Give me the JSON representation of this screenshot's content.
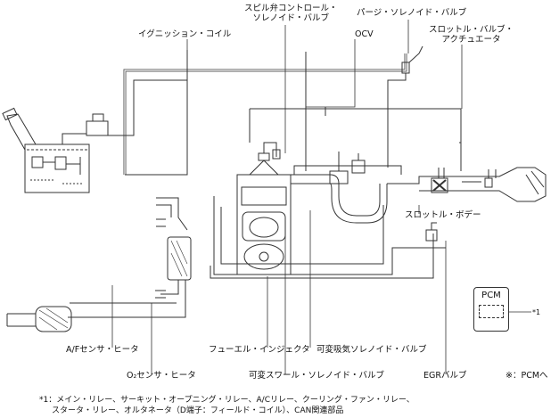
{
  "labels": {
    "spill_valve": [
      "スピル弁コントロール・",
      "ソレノイド・バルブ"
    ],
    "purge_valve": "パージ・ソレノイド・バルブ",
    "ignition_coil": "イグニッション・コイル",
    "ocv": "OCV",
    "throttle_actuator": [
      "スロットル・バルブ・",
      "アクチュエータ"
    ],
    "throttle_body": "スロットル・ボデー",
    "af_sensor": "A/Fセンサ・ヒータ",
    "o2_sensor": "O₂センサ・ヒータ",
    "injector": "フューエル・インジェクタ",
    "intake_valve": "可変吸気ソレノイド・バルブ",
    "swirl_valve": "可変スワール・ソレノイド・バルブ",
    "egr_valve": "EGRバルブ",
    "pcm_note": "※：PCMへ",
    "footnote_mark": "*1"
  },
  "pcm": {
    "title": "PCM"
  },
  "footnote": [
    "*1：メイン・リレー、サーキット・オープニング・リレー、A/Cリレー、クーリング・ファン・リレー、",
    "スタータ・リレー、オルタネータ（D端子：フィールド・コイル）、CAN関連部品"
  ]
}
